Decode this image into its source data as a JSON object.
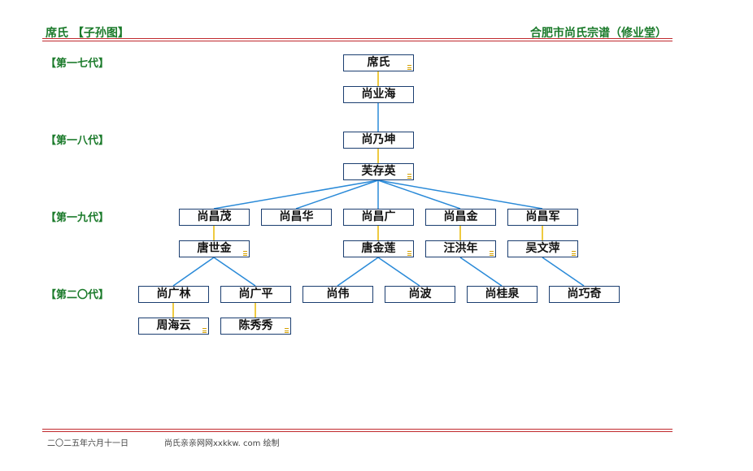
{
  "header": {
    "left": "席氏 【子孙图】",
    "right": "合肥市尚氏宗谱（修业堂）"
  },
  "generations": [
    "【第一七代】",
    "【第一八代】",
    "【第一九代】",
    "【第二〇代】"
  ],
  "people": {
    "g17_xi": "席氏",
    "g17_yehai": "尚业海",
    "g18_naikun": "尚乃坤",
    "g18_wucunying": "芙存英",
    "g19_changmao": "尚昌茂",
    "g19_changhua": "尚昌华",
    "g19_changguang": "尚昌广",
    "g19_changjin": "尚昌金",
    "g19_changjun": "尚昌军",
    "g19_tangshijin": "唐世金",
    "g19_tangjinlian": "唐金莲",
    "g19_wanghongnian": "汪洪年",
    "g19_wuwenping": "吴文萍",
    "g20_guanglin": "尚广林",
    "g20_guangping": "尚广平",
    "g20_wei": "尚伟",
    "g20_bo": "尚波",
    "g20_guiquan": "尚桂泉",
    "g20_qiaoqi": "尚巧奇",
    "g20_zhouhaiyun": "周海云",
    "g20_chenxiuxiu": "陈秀秀"
  },
  "footer": {
    "date": "二〇二五年六月十一日",
    "credit": "尚氏亲亲网网xxkkw. com 绘制"
  },
  "colors": {
    "title": "#1a7a2a",
    "rule": "#c0282d",
    "descent_line": "#2a8ad8",
    "spouse_line": "#e8b800",
    "node_border": "#1b3e70"
  }
}
